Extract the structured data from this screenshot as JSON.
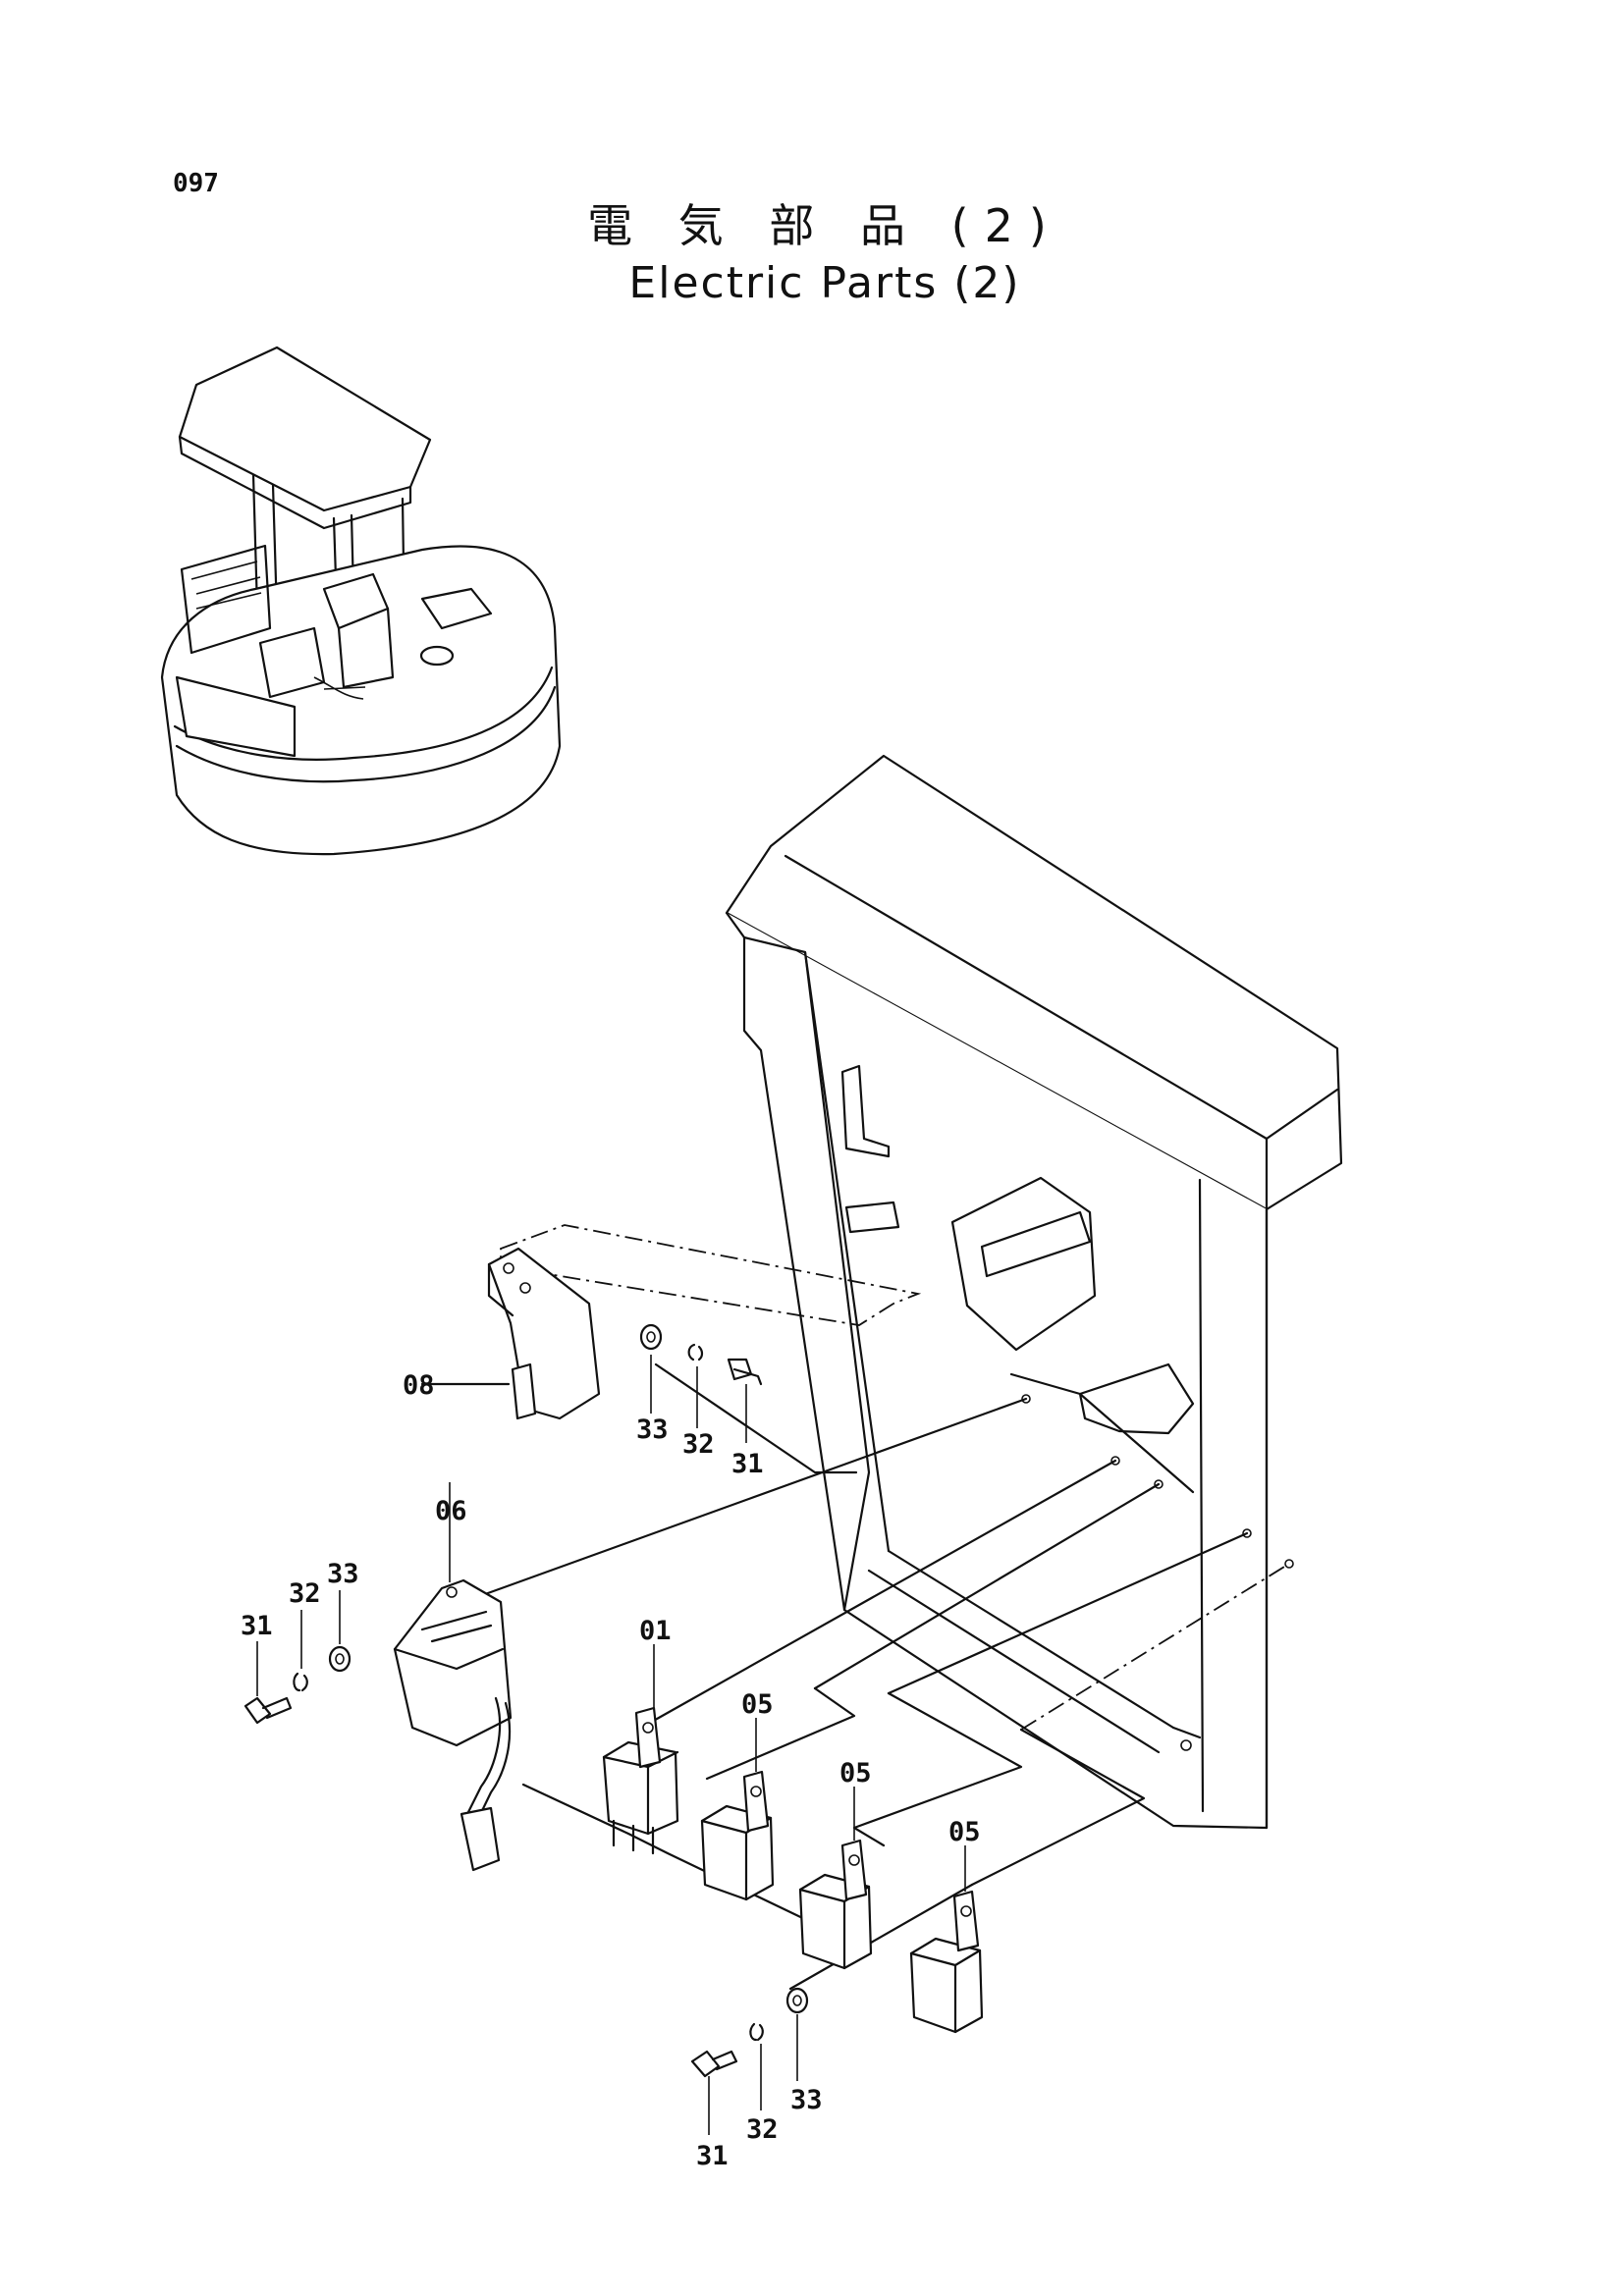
{
  "page": {
    "number": "097"
  },
  "title": {
    "japanese": "電 気 部 品 (2)",
    "english": "Electric Parts (2)"
  },
  "callouts": {
    "c01": "01",
    "c05a": "05",
    "c05b": "05",
    "c05c": "05",
    "c06": "06",
    "c08": "08",
    "c31a": "31",
    "c32a": "32",
    "c33a": "33",
    "c31b": "31",
    "c32b": "32",
    "c33b": "33",
    "c31c": "31",
    "c32c": "32",
    "c33c": "33"
  }
}
